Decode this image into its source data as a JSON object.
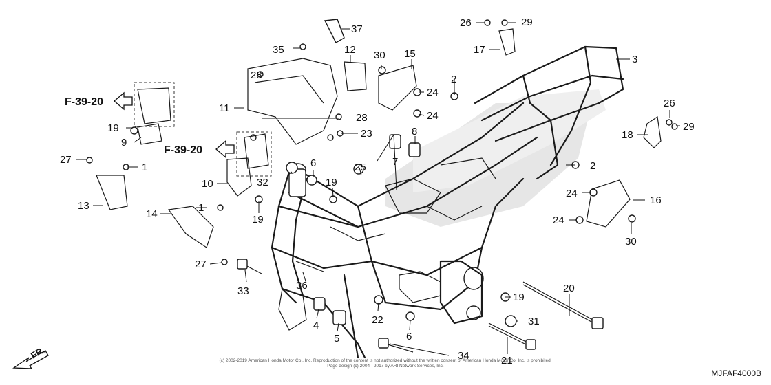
{
  "diagram": {
    "callouts": [
      "1",
      "2",
      "3",
      "4",
      "5",
      "6",
      "7",
      "8",
      "9",
      "10",
      "11",
      "12",
      "13",
      "14",
      "15",
      "16",
      "17",
      "18",
      "19",
      "20",
      "21",
      "22",
      "23",
      "24",
      "25",
      "26",
      "27",
      "28",
      "29",
      "30",
      "31",
      "32",
      "33",
      "34",
      "35",
      "36",
      "37"
    ],
    "reference_label": "F-39-20",
    "front_label": "FR.",
    "drawing_code": "MJFAF4000B",
    "copyright_line1": "(c) 2002-2019 American Honda Motor Co., Inc. Reproduction of the content is not authorized without the written consent of American Honda Motor Co. Inc. is prohibited.",
    "copyright_line2": "Page design (c) 2004 - 2017 by ARI Network Services, Inc."
  }
}
